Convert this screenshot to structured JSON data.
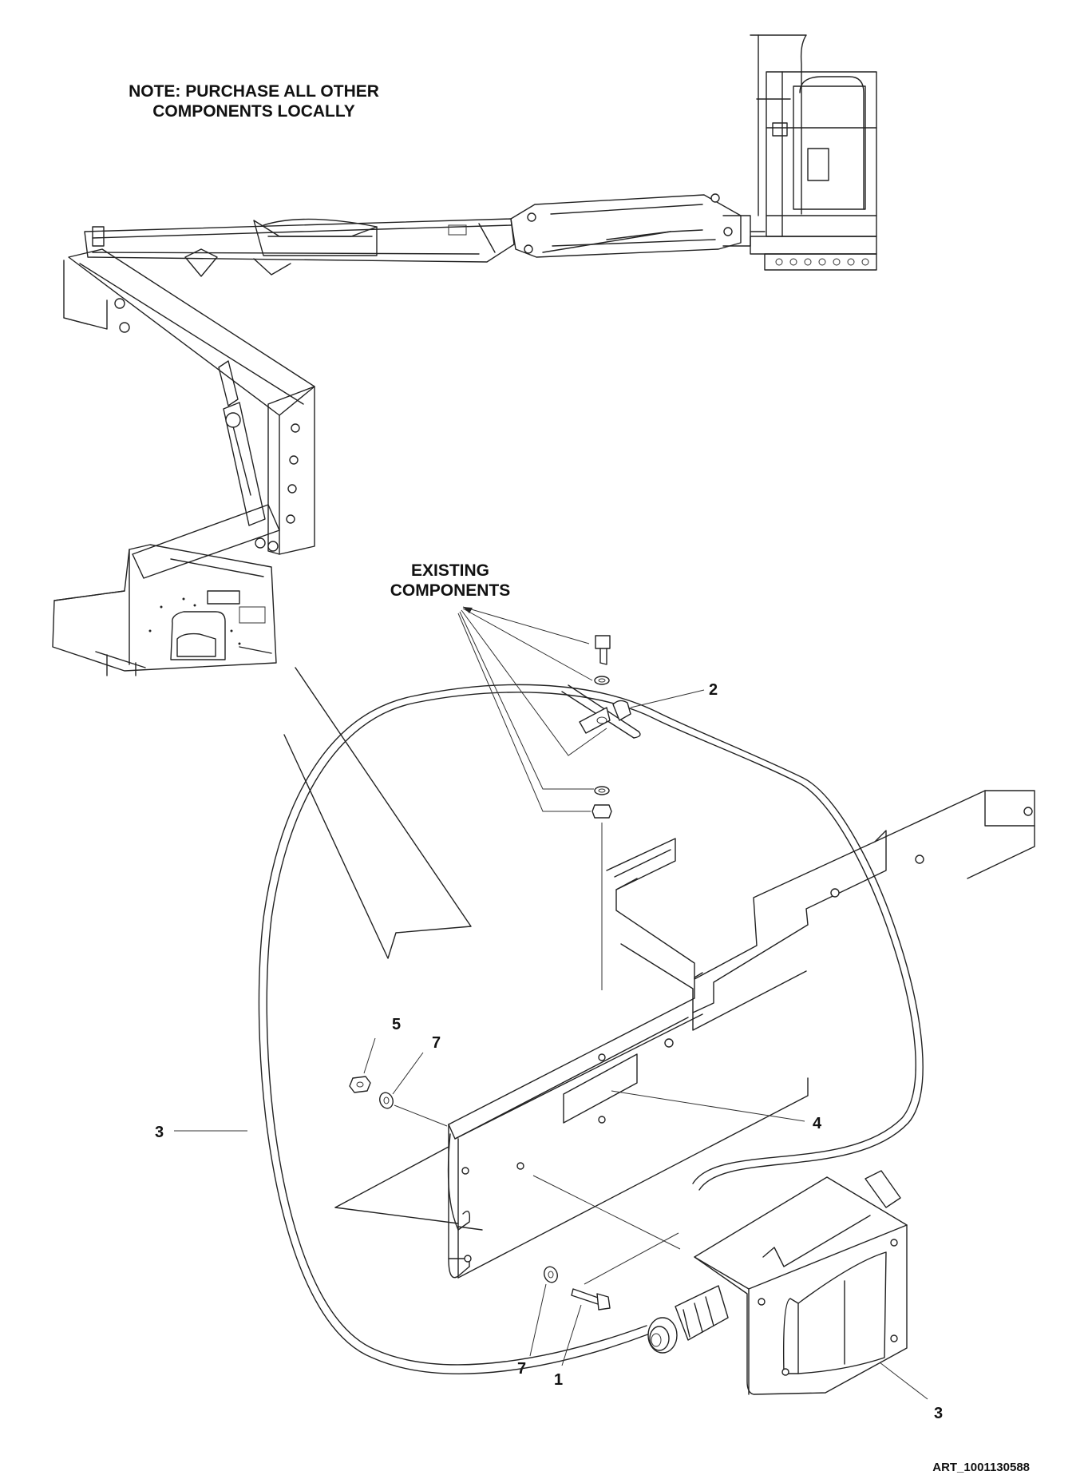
{
  "note": {
    "line1": "NOTE: PURCHASE ALL OTHER",
    "line2": "COMPONENTS LOCALLY"
  },
  "existing": {
    "line1": "EXISTING",
    "line2": "COMPONENTS"
  },
  "callouts": {
    "c2": "2",
    "c3_left": "3",
    "c3_bottom": "3",
    "c4": "4",
    "c5": "5",
    "c7_top": "7",
    "c7_bottom": "7",
    "c1": "1"
  },
  "art_id": "ART_1001130588"
}
